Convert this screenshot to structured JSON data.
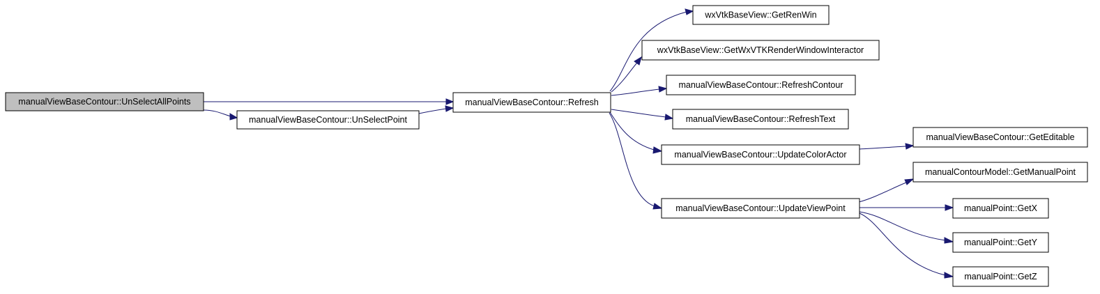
{
  "diagram": {
    "type": "call-graph",
    "nodes": [
      {
        "id": "unselect_all_points",
        "label": "manualViewBaseContour::UnSelectAllPoints",
        "highlighted": true
      },
      {
        "id": "unselect_point",
        "label": "manualViewBaseContour::UnSelectPoint"
      },
      {
        "id": "refresh",
        "label": "manualViewBaseContour::Refresh"
      },
      {
        "id": "get_ren_win",
        "label": "wxVtkBaseView::GetRenWin"
      },
      {
        "id": "get_wxvtk_rwi",
        "label": "wxVtkBaseView::GetWxVTKRenderWindowInteractor"
      },
      {
        "id": "refresh_contour",
        "label": "manualViewBaseContour::RefreshContour"
      },
      {
        "id": "refresh_text",
        "label": "manualViewBaseContour::RefreshText"
      },
      {
        "id": "update_color_actor",
        "label": "manualViewBaseContour::UpdateColorActor"
      },
      {
        "id": "update_view_point",
        "label": "manualViewBaseContour::UpdateViewPoint"
      },
      {
        "id": "get_editable",
        "label": "manualViewBaseContour::GetEditable"
      },
      {
        "id": "get_manual_point",
        "label": "manualContourModel::GetManualPoint"
      },
      {
        "id": "get_x",
        "label": "manualPoint::GetX"
      },
      {
        "id": "get_y",
        "label": "manualPoint::GetY"
      },
      {
        "id": "get_z",
        "label": "manualPoint::GetZ"
      }
    ],
    "edges": [
      {
        "from": "unselect_all_points",
        "to": "refresh"
      },
      {
        "from": "unselect_all_points",
        "to": "unselect_point"
      },
      {
        "from": "unselect_point",
        "to": "refresh"
      },
      {
        "from": "refresh",
        "to": "get_ren_win"
      },
      {
        "from": "refresh",
        "to": "get_wxvtk_rwi"
      },
      {
        "from": "refresh",
        "to": "refresh_contour"
      },
      {
        "from": "refresh",
        "to": "refresh_text"
      },
      {
        "from": "refresh",
        "to": "update_color_actor"
      },
      {
        "from": "refresh",
        "to": "update_view_point"
      },
      {
        "from": "update_color_actor",
        "to": "get_editable"
      },
      {
        "from": "update_view_point",
        "to": "get_manual_point"
      },
      {
        "from": "update_view_point",
        "to": "get_x"
      },
      {
        "from": "update_view_point",
        "to": "get_y"
      },
      {
        "from": "update_view_point",
        "to": "get_z"
      }
    ],
    "colors": {
      "edge": "#191970",
      "node_border": "#000000",
      "node_fill": "#ffffff",
      "highlight_fill": "#bfbfbf"
    }
  }
}
